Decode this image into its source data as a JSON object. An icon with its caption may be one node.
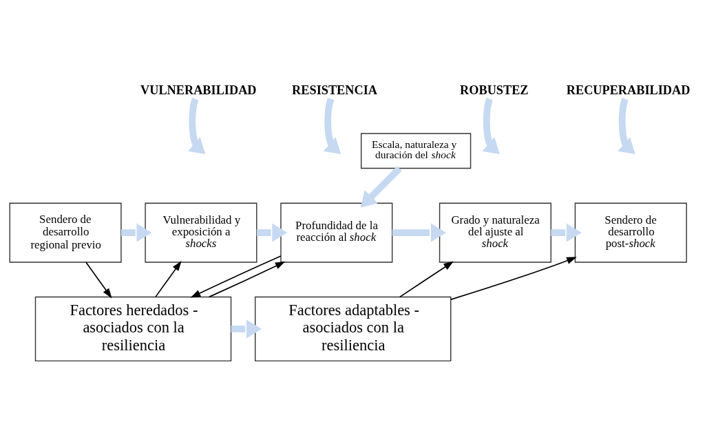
{
  "diagram": {
    "nodes": [
      {
        "text": [
          "VULNERABILIDAD"
        ]
      },
      {
        "text": [
          "RESISTENCIA"
        ]
      },
      {
        "text": [
          "ROBUSTEZ"
        ]
      },
      {
        "text": [
          "RECUPERABILIDAD"
        ]
      },
      {
        "text": [
          "Escala, naturaleza y duración del *shock*"
        ]
      },
      {
        "text": [
          "Sendero de desarrollo regional previo"
        ]
      },
      {
        "text": [
          "Vulnerabilidad y exposición a *shocks*"
        ]
      },
      {
        "text": [
          "Profundidad de la reacción al *shock*"
        ]
      },
      {
        "text": [
          "Grado y naturaleza del ajuste al *shock*"
        ]
      },
      {
        "text": [
          "Sendero de desarrollo post-*shock*"
        ]
      },
      {
        "text": [
          "Factores heredados - asociados con la resiliencia"
        ]
      },
      {
        "text": [
          "Factores adaptables - asociados con la resiliencia"
        ]
      }
    ],
    "edges": [
      {
        "from": 0,
        "to": null,
        "arrow": "to"
      },
      {
        "from": 1,
        "to": null,
        "arrow": "to"
      },
      {
        "from": 2,
        "to": null,
        "arrow": "to"
      },
      {
        "from": 3,
        "to": null,
        "arrow": "to"
      },
      {
        "from": 4,
        "to": 7,
        "arrow": "to"
      },
      {
        "from": 5,
        "to": 6,
        "arrow": "to"
      },
      {
        "from": 6,
        "to": 7,
        "arrow": "to"
      },
      {
        "from": 7,
        "to": 8,
        "arrow": "to"
      },
      {
        "from": 8,
        "to": 9,
        "arrow": "to"
      },
      {
        "from": 5,
        "to": 10,
        "arrow": "to",
        "color": "#000000"
      },
      {
        "from": 10,
        "to": 6,
        "arrow": "to",
        "color": "#000000"
      },
      {
        "from": 7,
        "to": 10,
        "arrow": "to",
        "color": "#000000"
      },
      {
        "from": 10,
        "to": 7,
        "arrow": "to",
        "color": "#000000"
      },
      {
        "from": 10,
        "to": 11,
        "arrow": "to"
      },
      {
        "from": 11,
        "to": 8,
        "arrow": "to",
        "color": "#000000"
      },
      {
        "from": 11,
        "to": 9,
        "arrow": "to",
        "color": "#000000"
      }
    ]
  }
}
